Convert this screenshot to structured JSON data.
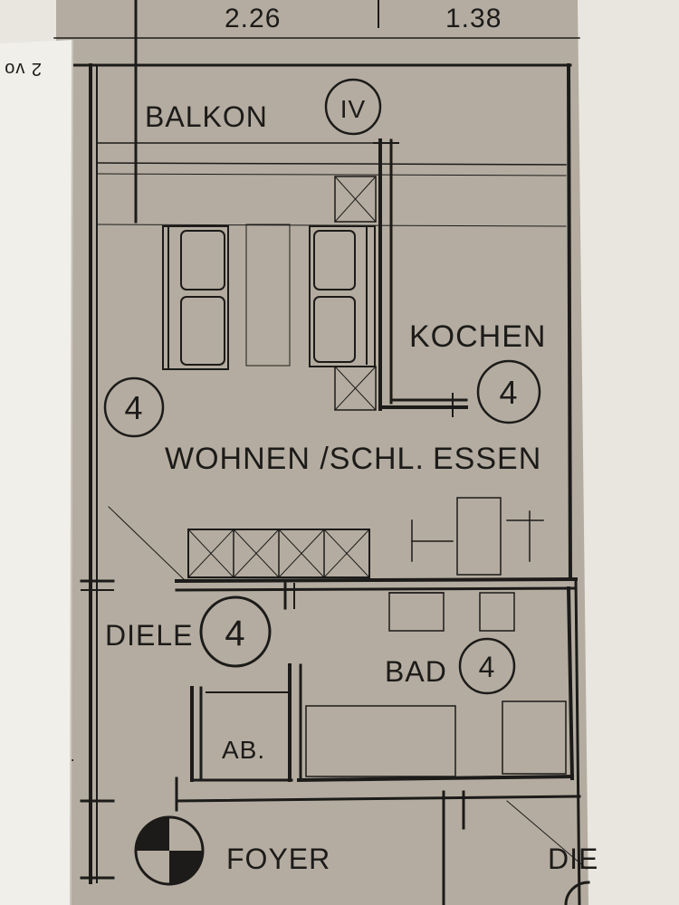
{
  "top_dims": [
    "2.26",
    "1.38"
  ],
  "page_corner": "2 vo",
  "rooms": {
    "balkon": "BALKON",
    "balkon_number": "IV",
    "kochen": "KOCHEN",
    "kochen_number": "4",
    "wohnen": "WOHNEN /SCHL.",
    "wohnen_number": "4",
    "essen": "ESSEN",
    "diele": "DIELE",
    "diele_number": "4",
    "bad": "BAD",
    "bad_number": "4",
    "abstell": "AB.",
    "foyer": "FOYER",
    "cut_right": "DIE"
  },
  "colors": {
    "paper": "#b4aca0",
    "ink": "#1c1b19",
    "background": "#e9e6e0",
    "left_page": "#f1efea"
  }
}
